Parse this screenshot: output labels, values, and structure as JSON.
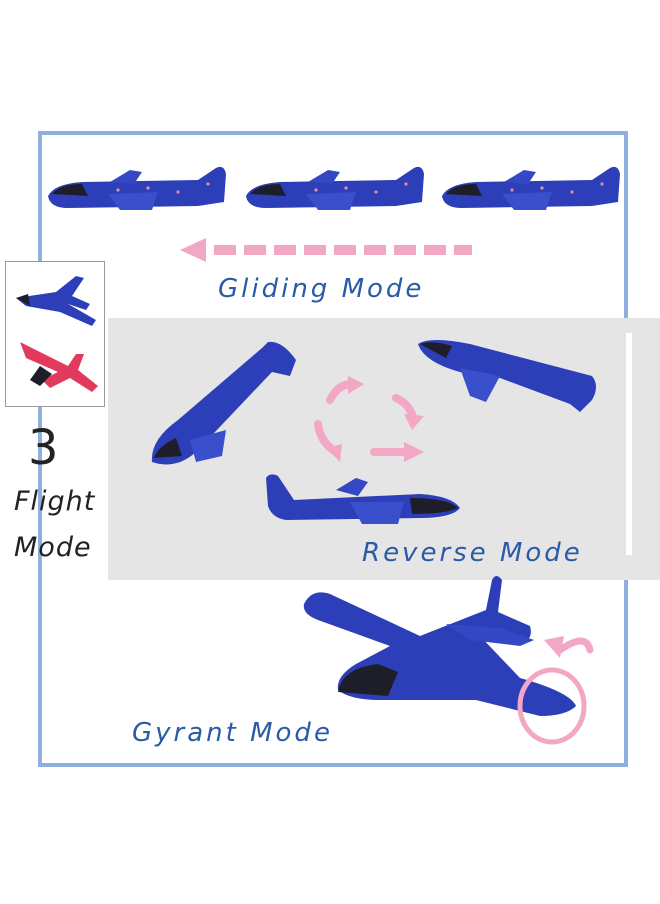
{
  "labels": {
    "gliding": "Gliding Mode",
    "reverse": "Reverse Mode",
    "gyrant": "Gyrant Mode"
  },
  "side": {
    "number": "3",
    "line1": "Flight",
    "line2": "Mode"
  },
  "colors": {
    "plane_blue": "#2c3fb8",
    "plane_red": "#e23a5c",
    "arrow_pink": "#f2a7c4",
    "frame_blue": "#8fb0dc",
    "label_blue": "#2a5aa8"
  }
}
